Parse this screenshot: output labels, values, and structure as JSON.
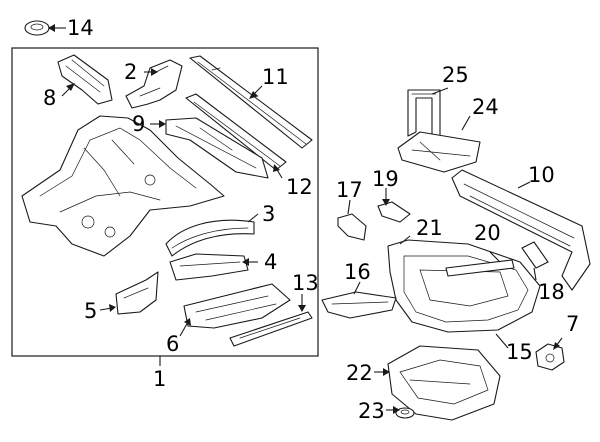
{
  "diagram": {
    "callouts": {
      "c1": "1",
      "c2": "2",
      "c3": "3",
      "c4": "4",
      "c5": "5",
      "c6": "6",
      "c7": "7",
      "c8": "8",
      "c9": "9",
      "c10": "10",
      "c11": "11",
      "c12": "12",
      "c13": "13",
      "c14": "14",
      "c15": "15",
      "c16": "16",
      "c17": "17",
      "c18": "18",
      "c19": "19",
      "c20": "20",
      "c21": "21",
      "c22": "22",
      "c23": "23",
      "c24": "24",
      "c25": "25"
    },
    "colors": {
      "line": "#1a1a1a",
      "background": "#ffffff",
      "text": "#000000"
    }
  }
}
